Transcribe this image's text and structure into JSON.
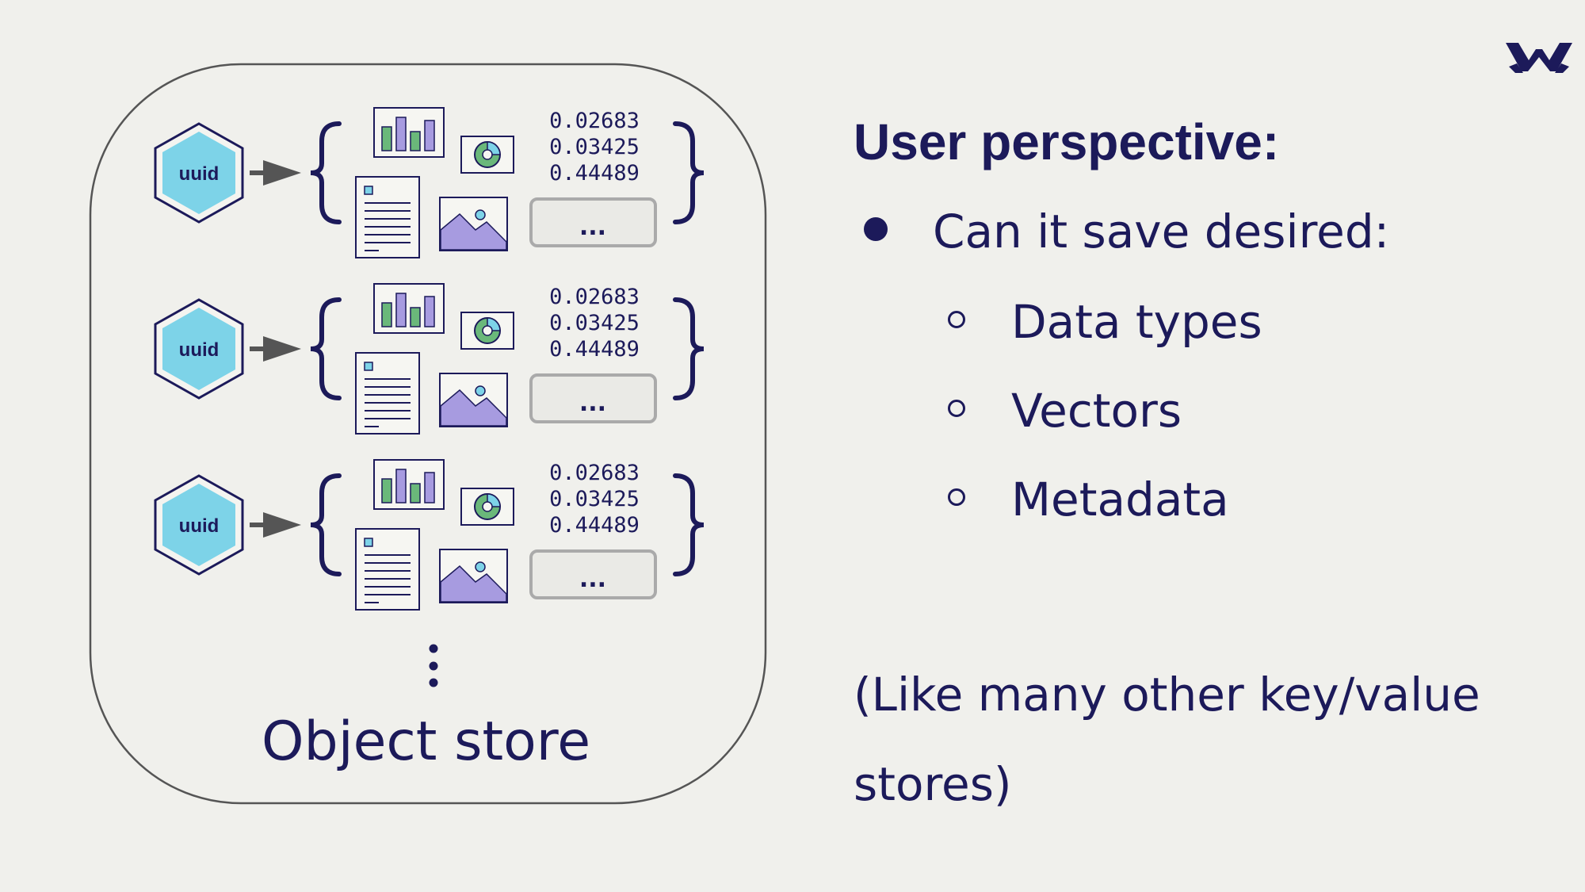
{
  "object_store": {
    "label": "Object store",
    "key_label": "uuid",
    "vector_values": [
      "0.02683",
      "0.03425",
      "0.44489"
    ],
    "placeholder": "...",
    "record_count_shown": 3
  },
  "panel": {
    "title": "User perspective:",
    "main_bullet": "Can it save desired:",
    "sub_bullets": [
      "Data types",
      "Vectors",
      "Metadata"
    ],
    "note": "(Like many other key/value stores)"
  },
  "logo": {
    "icon": "weaviate-logo-icon"
  },
  "colors": {
    "background": "#f0f0ec",
    "navy": "#1c1a5a",
    "hex_fill": "#7dd3e8",
    "bar_green": "#6ab87a",
    "bar_purple": "#a79be0",
    "arrow": "#555555",
    "border_gray": "#aaaaaa"
  }
}
